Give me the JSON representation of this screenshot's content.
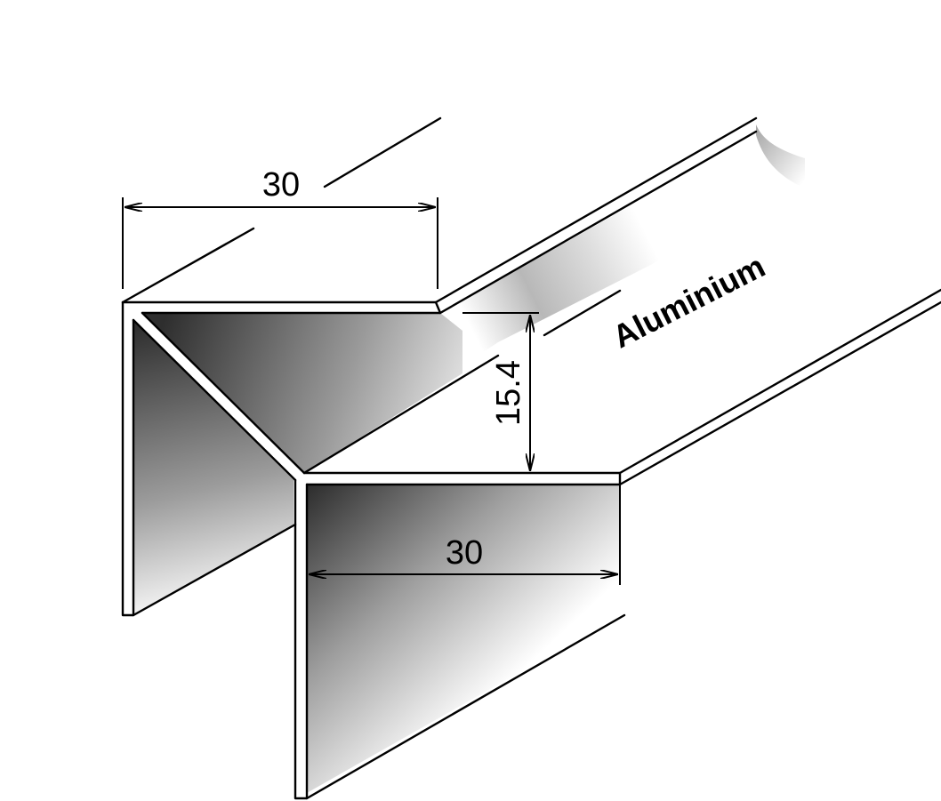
{
  "dimensions": {
    "top_flange_width": "30",
    "step_height": "15.4",
    "bottom_flange_width": "30"
  },
  "material": {
    "label": "Aluminium"
  },
  "colors": {
    "line": "#000000",
    "background": "#ffffff",
    "shade_dark": "#3a3a3a",
    "shade_light": "#ffffff"
  }
}
